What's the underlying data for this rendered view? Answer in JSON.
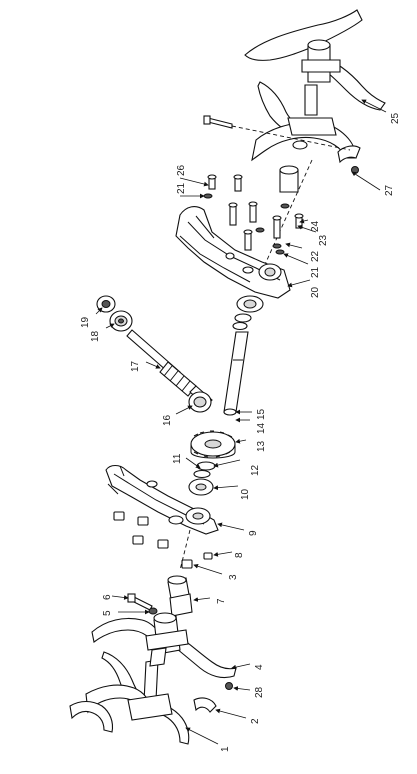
{
  "callouts": {
    "c1": "1",
    "c2": "2",
    "c3": "3",
    "c4": "4",
    "c5": "5",
    "c6": "6",
    "c7": "7",
    "c8": "8",
    "c9": "9",
    "c10": "10",
    "c11": "11",
    "c12": "12",
    "c13": "13",
    "c14": "14",
    "c15": "15",
    "c16": "16",
    "c17": "17",
    "c18": "18",
    "c19": "19",
    "c20": "20",
    "c21a": "21",
    "c21b": "21",
    "c22": "22",
    "c23": "23",
    "c24": "24",
    "c25": "25",
    "c26": "26",
    "c27": "27",
    "c28": "28"
  }
}
